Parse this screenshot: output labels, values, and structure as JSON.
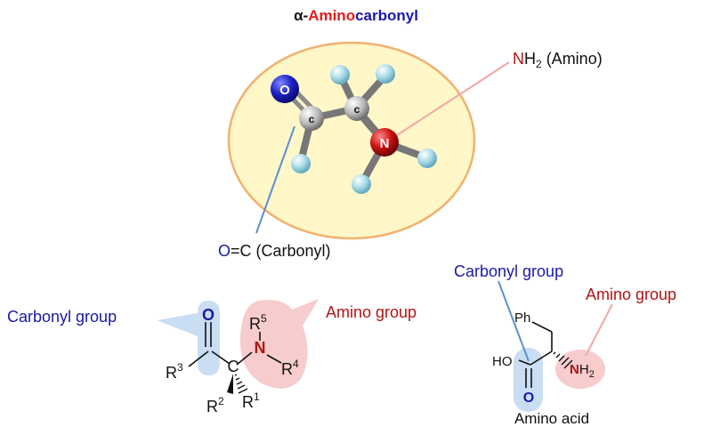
{
  "title": {
    "prefix": "α-",
    "amino": "Amino",
    "carbonyl": "carbonyl"
  },
  "molecule": {
    "atom_o": "O",
    "atom_c": "c",
    "atom_n": "N"
  },
  "callouts": {
    "amino_n": "N",
    "amino_h": "H",
    "amino_sub": "2",
    "amino_tail": " (Amino)",
    "carbonyl_o": "O",
    "carbonyl_tail": "=C (Carbonyl)"
  },
  "left_structure": {
    "carbonyl_label": "Carbonyl group",
    "amino_label": "Amino group",
    "o": "O",
    "c": "C",
    "n": "N",
    "r": "R",
    "r1": "1",
    "r2": "2",
    "r3": "3",
    "r4": "4",
    "r5": "5"
  },
  "right_structure": {
    "carbonyl_label": "Carbonyl group",
    "amino_label": "Amino group",
    "ph": "Ph",
    "ho": "HO",
    "o": "O",
    "n": "N",
    "h": "H",
    "h_sub": "2",
    "caption": "Amino acid"
  },
  "colors": {
    "blue": "#1a1aa6",
    "red": "#b01515",
    "bright_red": "#e31b1b",
    "ellipse_fill": "#fff7c8",
    "ellipse_stroke": "#f3b06e",
    "blue_bubble": "#c9ddf3",
    "red_bubble": "#f7cccc"
  }
}
